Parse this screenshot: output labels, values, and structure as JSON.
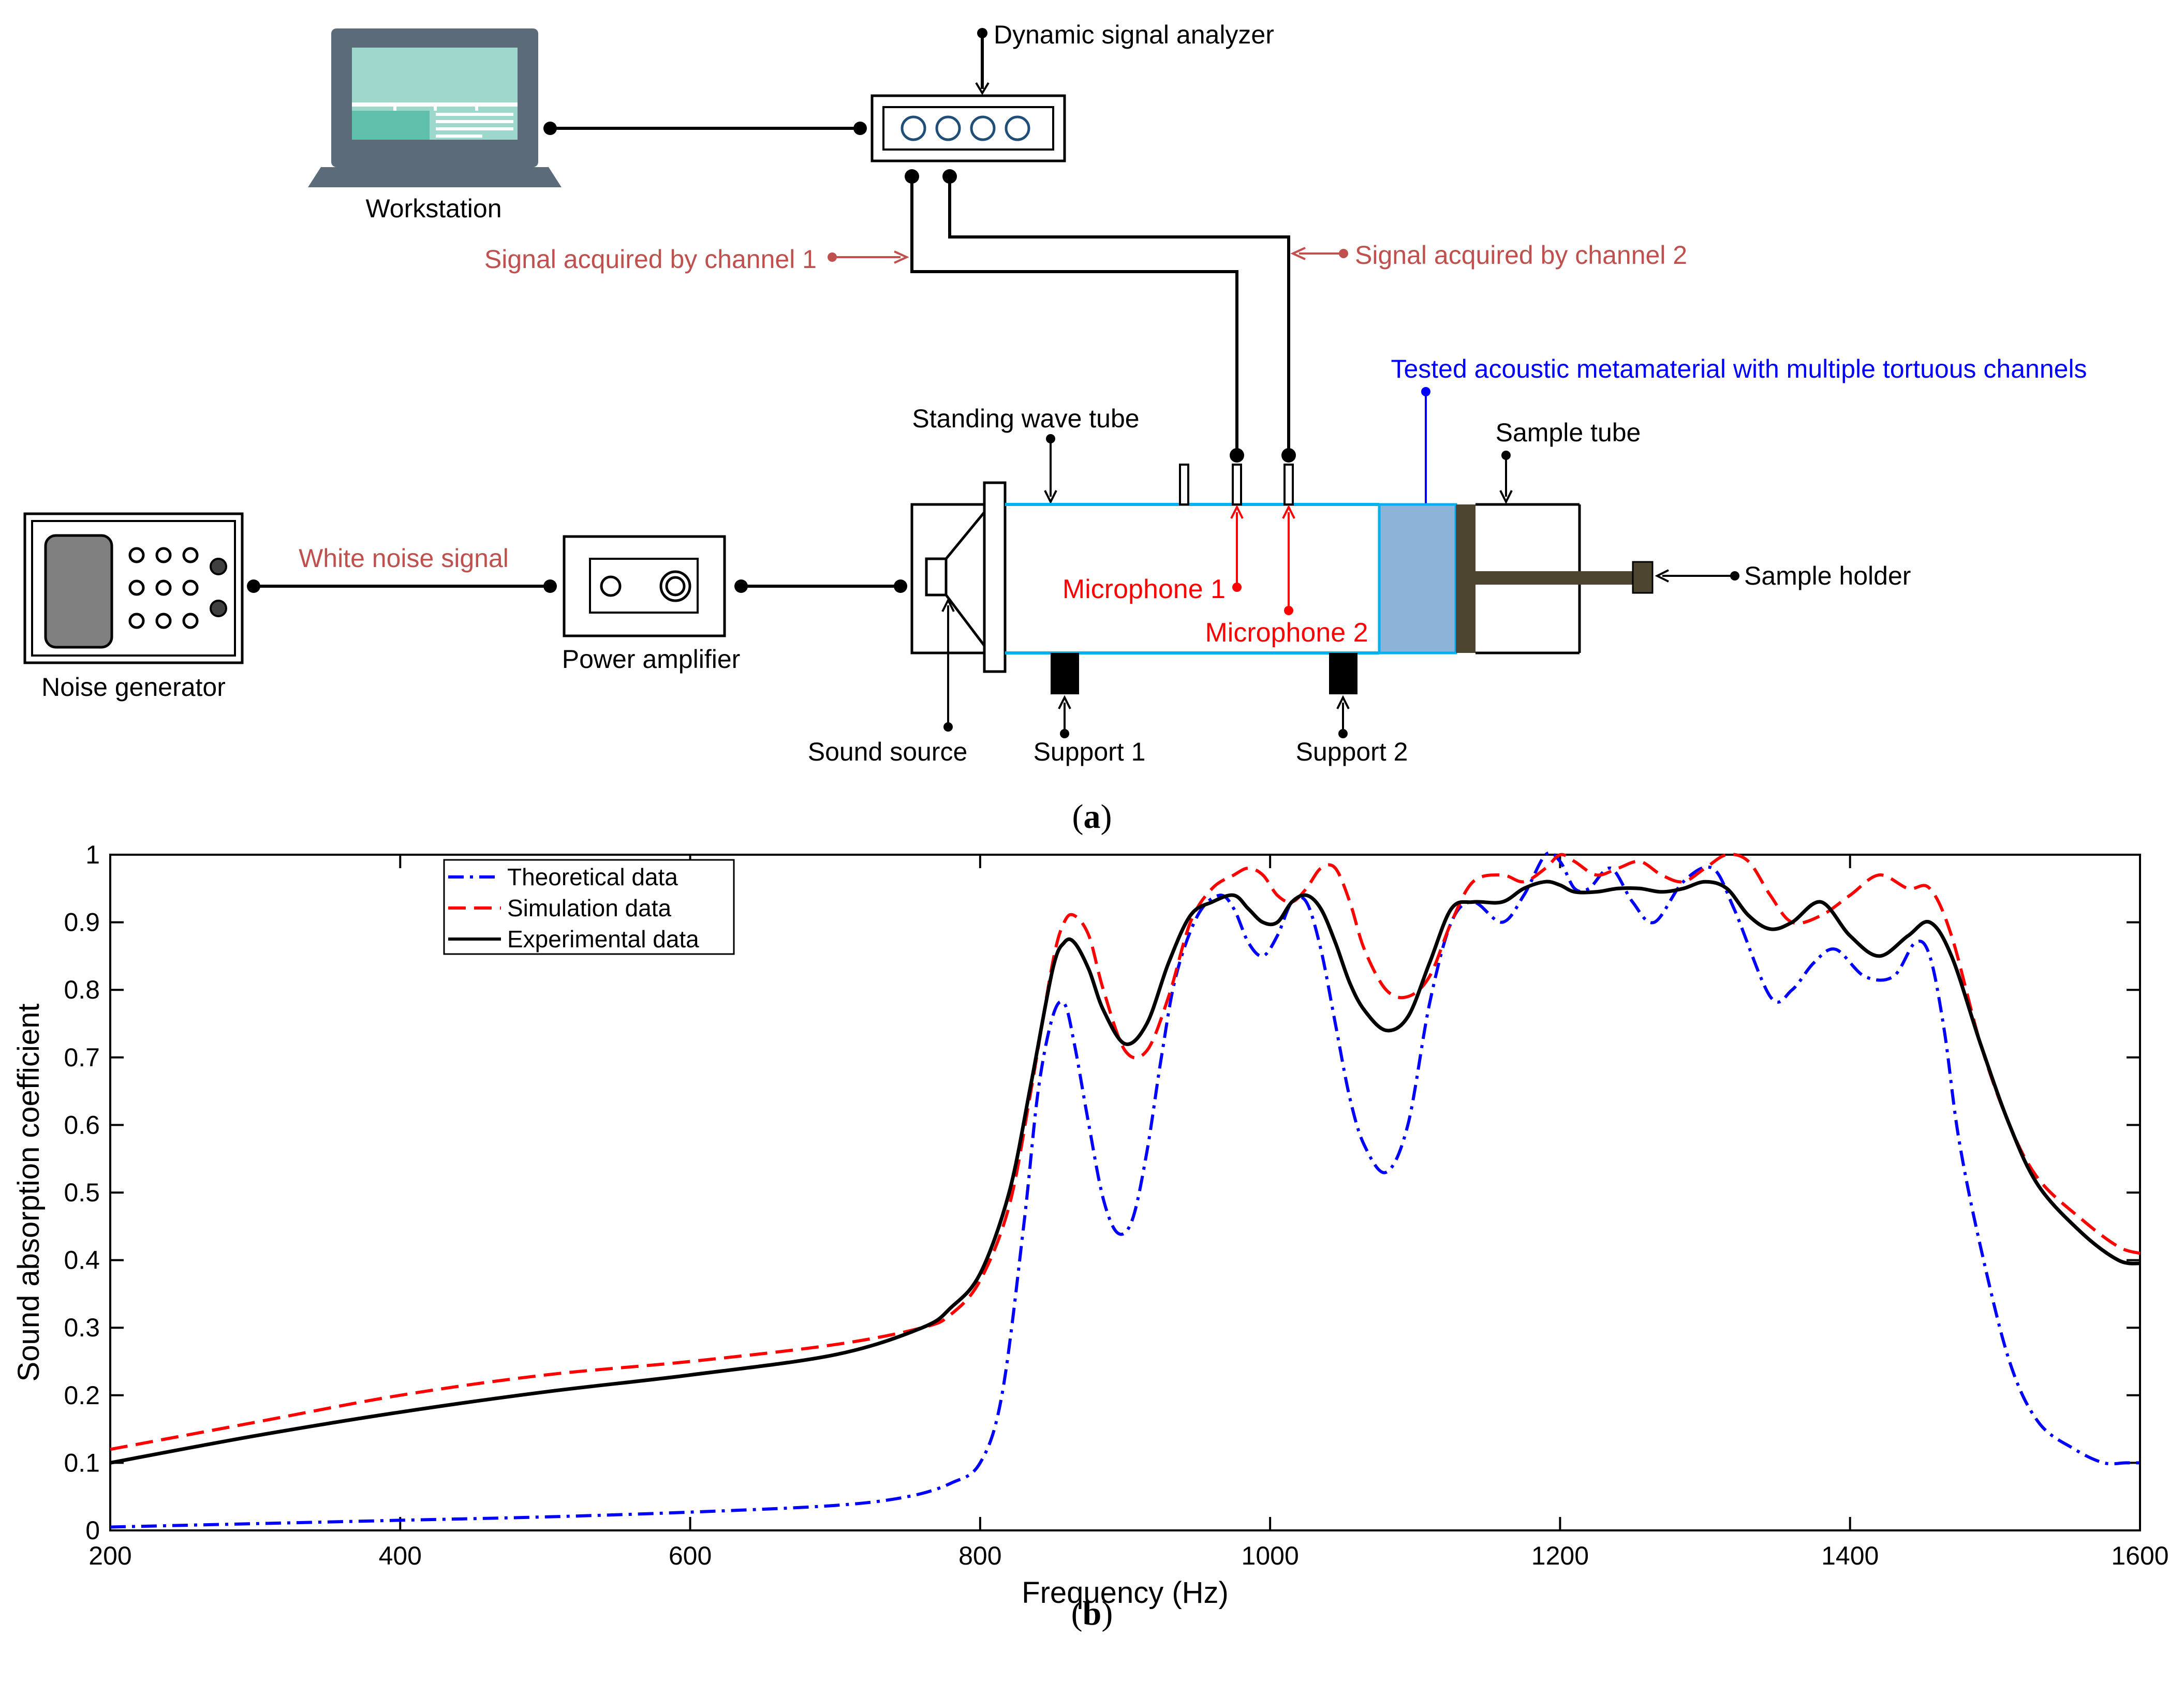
{
  "diagram": {
    "labels": {
      "workstation": "Workstation",
      "analyzer": "Dynamic signal analyzer",
      "channel1": "Signal acquired by channel 1",
      "channel2": "Signal acquired by channel 2",
      "metamaterial": "Tested acoustic metamaterial with multiple tortuous channels",
      "standing_tube": "Standing wave tube",
      "sample_tube": "Sample tube",
      "white_noise": "White noise signal",
      "sample_holder": "Sample holder",
      "mic1": "Microphone 1",
      "mic2": "Microphone 2",
      "noise_generator": "Noise generator",
      "power_amplifier": "Power amplifier",
      "sound_source": "Sound source",
      "support1": "Support 1",
      "support2": "Support 2"
    },
    "colors": {
      "laptop": "#5b6b7a",
      "screen_light": "#9ed8cc",
      "screen_dark": "#5fbfaa",
      "tube_line": "#00b0f0",
      "sample_fill": "#8db3d9",
      "holder": "#4d4530",
      "red_label": "#c0504d",
      "mic_red": "#ff0000",
      "blue_label": "#0000ff"
    }
  },
  "captions": {
    "a": "a",
    "b": "b"
  },
  "chart_data": {
    "type": "line",
    "xlabel": "Frequency (Hz)",
    "ylabel": "Sound absorption coefficient",
    "xlim": [
      200,
      1600
    ],
    "ylim": [
      0,
      1
    ],
    "xticks": [
      200,
      400,
      600,
      800,
      1000,
      1200,
      1400,
      1600
    ],
    "yticks": [
      0,
      0.1,
      0.2,
      0.3,
      0.4,
      0.5,
      0.6,
      0.7,
      0.8,
      0.9,
      1
    ],
    "grid": false,
    "legend_position": "top-left",
    "series": [
      {
        "name": "Theoretical data",
        "color": "#0000ff",
        "dash": "dash-dot",
        "x": [
          200,
          300,
          400,
          500,
          600,
          700,
          750,
          780,
          800,
          815,
          830,
          840,
          850,
          858,
          865,
          875,
          885,
          895,
          905,
          915,
          925,
          935,
          950,
          965,
          975,
          985,
          995,
          1005,
          1015,
          1025,
          1035,
          1045,
          1055,
          1065,
          1080,
          1095,
          1110,
          1125,
          1140,
          1160,
          1175,
          1190,
          1200,
          1210,
          1220,
          1235,
          1250,
          1265,
          1285,
          1305,
          1320,
          1345,
          1360,
          1375,
          1390,
          1410,
          1430,
          1445,
          1455,
          1465,
          1475,
          1490,
          1510,
          1530,
          1555,
          1575,
          1590,
          1600
        ],
        "values": [
          0.005,
          0.01,
          0.015,
          0.02,
          0.027,
          0.037,
          0.05,
          0.07,
          0.1,
          0.2,
          0.45,
          0.65,
          0.76,
          0.78,
          0.72,
          0.6,
          0.49,
          0.44,
          0.46,
          0.56,
          0.7,
          0.82,
          0.91,
          0.94,
          0.92,
          0.87,
          0.85,
          0.88,
          0.93,
          0.93,
          0.86,
          0.75,
          0.64,
          0.57,
          0.53,
          0.6,
          0.78,
          0.9,
          0.93,
          0.9,
          0.94,
          1.0,
          0.99,
          0.95,
          0.95,
          0.98,
          0.93,
          0.9,
          0.96,
          0.98,
          0.92,
          0.79,
          0.8,
          0.84,
          0.86,
          0.82,
          0.82,
          0.87,
          0.85,
          0.74,
          0.58,
          0.42,
          0.25,
          0.16,
          0.12,
          0.1,
          0.1,
          0.1
        ]
      },
      {
        "name": "Simulation data",
        "color": "#ff0000",
        "dash": "dashed",
        "x": [
          200,
          300,
          400,
          500,
          600,
          700,
          760,
          780,
          800,
          820,
          835,
          850,
          858,
          865,
          875,
          885,
          900,
          915,
          930,
          945,
          960,
          975,
          985,
          995,
          1005,
          1015,
          1025,
          1035,
          1045,
          1055,
          1065,
          1080,
          1095,
          1110,
          1125,
          1140,
          1160,
          1175,
          1190,
          1200,
          1210,
          1225,
          1240,
          1255,
          1270,
          1285,
          1300,
          1315,
          1330,
          1345,
          1360,
          1380,
          1400,
          1420,
          1440,
          1455,
          1470,
          1490,
          1510,
          1530,
          1560,
          1585,
          1600
        ],
        "values": [
          0.12,
          0.16,
          0.2,
          0.23,
          0.25,
          0.275,
          0.3,
          0.32,
          0.37,
          0.48,
          0.65,
          0.84,
          0.9,
          0.91,
          0.88,
          0.8,
          0.71,
          0.71,
          0.79,
          0.9,
          0.95,
          0.97,
          0.98,
          0.97,
          0.94,
          0.93,
          0.95,
          0.98,
          0.98,
          0.93,
          0.86,
          0.8,
          0.79,
          0.82,
          0.9,
          0.96,
          0.97,
          0.96,
          0.98,
          1.0,
          0.99,
          0.97,
          0.98,
          0.99,
          0.97,
          0.96,
          0.98,
          1.0,
          0.99,
          0.94,
          0.9,
          0.91,
          0.94,
          0.97,
          0.95,
          0.95,
          0.88,
          0.72,
          0.6,
          0.52,
          0.46,
          0.42,
          0.41
        ]
      },
      {
        "name": "Experimental data",
        "color": "#000000",
        "dash": "solid",
        "x": [
          200,
          300,
          400,
          500,
          600,
          700,
          760,
          780,
          800,
          820,
          835,
          850,
          858,
          865,
          875,
          885,
          900,
          915,
          930,
          945,
          960,
          975,
          985,
          995,
          1005,
          1015,
          1025,
          1035,
          1045,
          1055,
          1065,
          1080,
          1095,
          1110,
          1125,
          1140,
          1160,
          1175,
          1190,
          1200,
          1210,
          1225,
          1240,
          1255,
          1270,
          1285,
          1300,
          1315,
          1330,
          1345,
          1360,
          1380,
          1400,
          1420,
          1440,
          1455,
          1470,
          1490,
          1510,
          1530,
          1560,
          1585,
          1600
        ],
        "values": [
          0.1,
          0.14,
          0.175,
          0.205,
          0.23,
          0.26,
          0.3,
          0.33,
          0.38,
          0.5,
          0.66,
          0.83,
          0.87,
          0.87,
          0.83,
          0.77,
          0.72,
          0.75,
          0.84,
          0.91,
          0.93,
          0.94,
          0.92,
          0.9,
          0.9,
          0.93,
          0.94,
          0.92,
          0.87,
          0.81,
          0.77,
          0.74,
          0.76,
          0.84,
          0.92,
          0.93,
          0.93,
          0.95,
          0.96,
          0.955,
          0.945,
          0.945,
          0.95,
          0.95,
          0.945,
          0.95,
          0.96,
          0.95,
          0.91,
          0.89,
          0.9,
          0.93,
          0.88,
          0.85,
          0.88,
          0.9,
          0.85,
          0.72,
          0.6,
          0.51,
          0.44,
          0.4,
          0.395
        ]
      }
    ]
  }
}
